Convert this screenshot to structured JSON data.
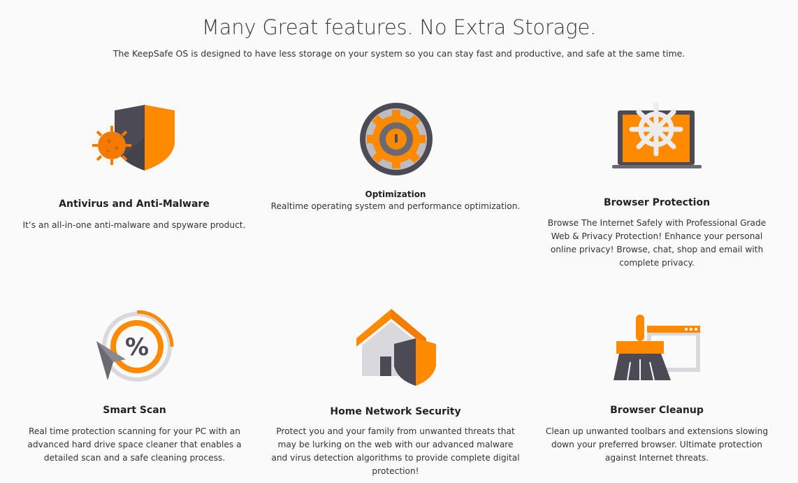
{
  "header": {
    "title": "Many Great features. No Extra Storage.",
    "subtitle": "The KeepSafe OS is designed to have less storage on your system so you can stay fast and productive, and safe at the same time."
  },
  "colors": {
    "orange": "#ff8a00",
    "orange_dark": "#f47b00",
    "gray_dark": "#4c4b55",
    "gray_light": "#d9d9dd"
  },
  "features": [
    {
      "icon": "shield-virus-icon",
      "title": "Antivirus and Anti-Malware",
      "description": "It’s an all-in-one anti-malware and spyware product."
    },
    {
      "icon": "gear-gauge-icon",
      "title": "Optimization",
      "description": "Realtime operating system and performance optimization."
    },
    {
      "icon": "laptop-helm-icon",
      "title": "Browser Protection",
      "description": "Browse The Internet Safely with Professional Grade Web & Privacy Protection!  Enhance your personal online privacy! Browse, chat, shop and email with complete privacy."
    },
    {
      "icon": "cursor-percent-icon",
      "title": "Smart Scan",
      "description": "Real time protection scanning for your PC with an advanced hard drive space cleaner that enables a detailed scan and a safe cleaning process."
    },
    {
      "icon": "house-shield-icon",
      "title": "Home Network Security",
      "description": "Protect you and your family from unwanted threats that may be lurking on the web with our advanced malware and virus detection algorithms to provide complete digital protection!"
    },
    {
      "icon": "broom-window-icon",
      "title": "Browser Cleanup",
      "description": "Clean up unwanted toolbars and extensions slowing down your preferred browser. Ultimate protection against Internet threats."
    }
  ]
}
